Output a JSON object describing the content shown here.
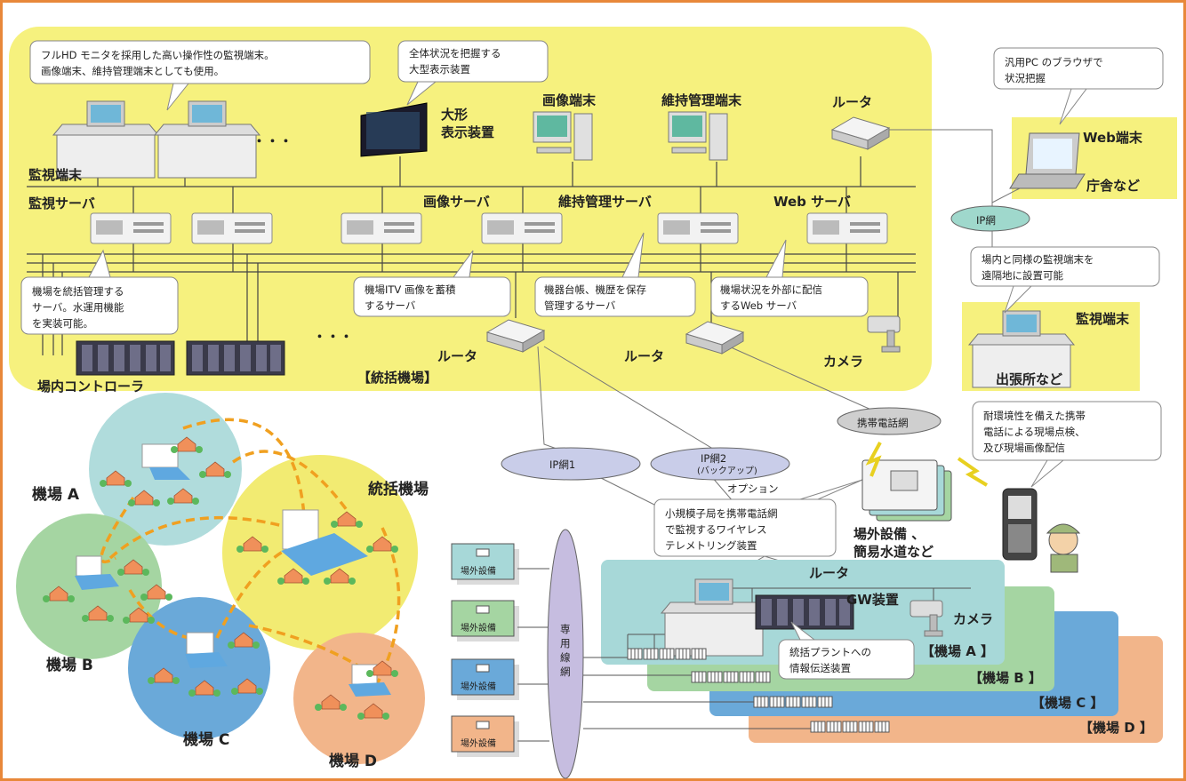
{
  "colors": {
    "frame": "#e8883a",
    "yellow_panel": "#f6f17e",
    "teal": "#a7d8d8",
    "green": "#a5d5a2",
    "blue": "#6aa9d9",
    "orange": "#f2b58a",
    "ellipse_blue": "#c9cde9",
    "ellipse_purple": "#c6bde0",
    "ellipse_gray": "#cfcfcf",
    "ellipse_teal": "#9fd8cc",
    "dash": "#f0a020"
  },
  "icons": [
    "monitor-terminal-icon",
    "large-display-icon",
    "desktop-pc-icon",
    "router-icon",
    "server-icon",
    "plc-controller-icon",
    "camera-icon",
    "laptop-icon",
    "mobile-phone-icon",
    "worker-icon",
    "house-icon",
    "building-icon",
    "field-device-icon",
    "antenna-icon"
  ],
  "top": {
    "callout_monitor": [
      "フルHD モニタを採用した高い操作性の監視端末。",
      "画像端末、維持管理端末としても使用。"
    ],
    "callout_display": [
      "全体状況を把握する",
      "大型表示装置"
    ],
    "dots": "・・・",
    "monitor_terminal": "監視端末",
    "large_display": [
      "大形",
      "表示装置"
    ],
    "image_terminal": "画像端末",
    "maintenance_terminal": "維持管理端末",
    "router": "ルータ",
    "monitor_server": "監視サーバ",
    "image_server": "画像サーバ",
    "maintenance_server": "維持管理サーバ",
    "web_server": "Web サーバ",
    "callout_central": [
      "機場を統括管理する",
      "サーバ。水運用機能",
      "を実装可能。"
    ],
    "callout_itv": [
      "機場ITV 画像を蓄積",
      "するサーバ"
    ],
    "callout_ledger": [
      "機器台帳、機歴を保存",
      "管理するサーバ"
    ],
    "callout_web": [
      "機場状況を外部に配信",
      "するWeb サーバ"
    ],
    "controller": "場内コントローラ",
    "router_a": "ルータ",
    "router_b": "ルータ",
    "camera": "カメラ",
    "central_tag": "【統括機場】"
  },
  "right": {
    "callout_browser": [
      "汎用PC のブラウザで",
      "状況把握"
    ],
    "web_terminal": "Web端末",
    "office": "庁舎など",
    "ip_net": "IP網",
    "callout_remote": [
      "場内と同様の監視端末を",
      "遠隔地に設置可能"
    ],
    "remote_monitor": "監視端末",
    "branch": "出張所など",
    "callout_phone": [
      "耐環境性を備えた携帯",
      "電話による現場点検、",
      "及び現場画像配信"
    ]
  },
  "middle": {
    "mobile_net": "携帯電話網",
    "ip1": "IP網1",
    "ip2": "IP網2",
    "ip2_sub": "(バックアップ)",
    "option": "オプション",
    "callout_telemetry": [
      "小規模子局を携帯電話網",
      "で監視するワイヤレス",
      "テレメトリング装置"
    ],
    "outdoor": [
      "場外設備 、",
      "簡易水道など"
    ]
  },
  "sites": {
    "a": "機場 A",
    "central": "統括機場",
    "b": "機場 B",
    "c": "機場 C",
    "d": "機場 D"
  },
  "bottom": {
    "facility": "場外設備",
    "dedicated_line": [
      "専",
      "用",
      "線",
      "網"
    ],
    "router": "ルータ",
    "gw": "GW装置",
    "camera": "カメラ",
    "callout_gw": [
      "統括プラントへの",
      "情報伝送装置"
    ],
    "tag_a": "【機場 A 】",
    "tag_b": "【機場 B 】",
    "tag_c": "【機場 C 】",
    "tag_d": "【機場 D 】"
  }
}
